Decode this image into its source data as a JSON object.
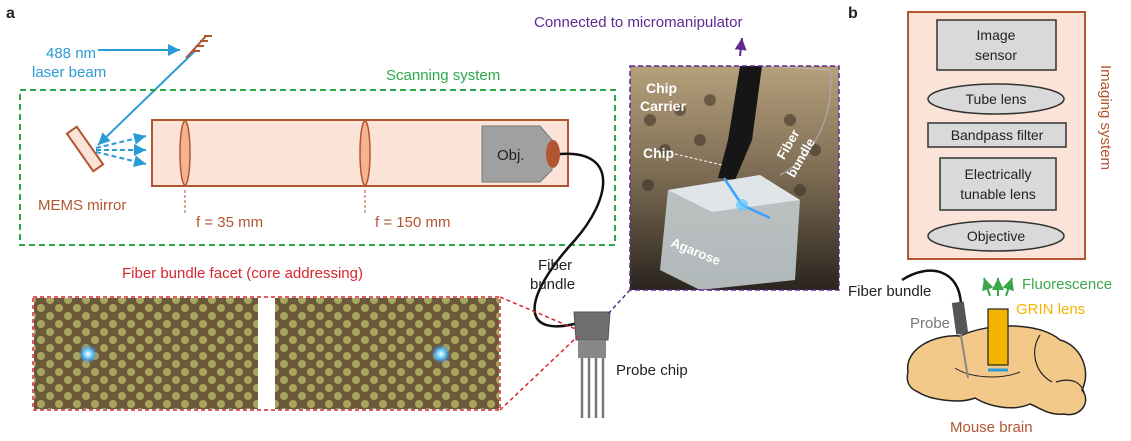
{
  "panel_a": {
    "label": "a",
    "laser": {
      "line1": "488 nm",
      "line2": "laser beam",
      "color": "#2a9bd6"
    },
    "scanning_system_label": "Scanning system",
    "mems_mirror_label": "MEMS mirror",
    "objective_label": "Obj.",
    "lens1_label": "f = 35 mm",
    "lens2_label": "f = 150 mm",
    "micromanipulator_label": "Connected to micromanipulator",
    "photo_labels": {
      "chip_carrier_1": "Chip",
      "chip_carrier_2": "Carrier",
      "chip": "Chip",
      "fiber_bundle_1": "Fiber",
      "fiber_bundle_2": "bundle",
      "agarose": "Agarose"
    },
    "fiber_bundle_label_1": "Fiber",
    "fiber_bundle_label_2": "bundle",
    "facet_title": "Fiber bundle facet (core addressing)",
    "probe_chip_label": "Probe chip",
    "colors": {
      "scan_box": "#2aa84a",
      "tube_fill": "#fbe3d8",
      "tube_stroke": "#b25530",
      "facet_red": "#d7262e",
      "purple": "#5e2a91",
      "brown_text": "#b25530"
    }
  },
  "panel_b": {
    "label": "b",
    "imaging_system_label": "Imaging system",
    "components": [
      "Image sensor",
      "Tube lens",
      "Bandpass filter",
      "Electrically tunable lens",
      "Objective"
    ],
    "component_lines": {
      "image_sensor": [
        "Image",
        "sensor"
      ],
      "tube_lens": [
        "Tube lens"
      ],
      "bandpass": [
        "Bandpass filter"
      ],
      "etl": [
        "Electrically",
        "tunable lens"
      ],
      "objective": [
        "Objective"
      ]
    },
    "fiber_bundle_label": "Fiber bundle",
    "fluorescence_label": "Fluorescence",
    "probe_label": "Probe",
    "grin_lens_label": "GRIN lens",
    "mouse_brain_label": "Mouse brain",
    "colors": {
      "box_stroke": "#b25530",
      "box_fill": "#fbe3d8",
      "component_fill": "#d9d9d9",
      "fluorescence": "#3aa64a",
      "grin": "#f3b400",
      "brain": "#f3c98a"
    }
  }
}
